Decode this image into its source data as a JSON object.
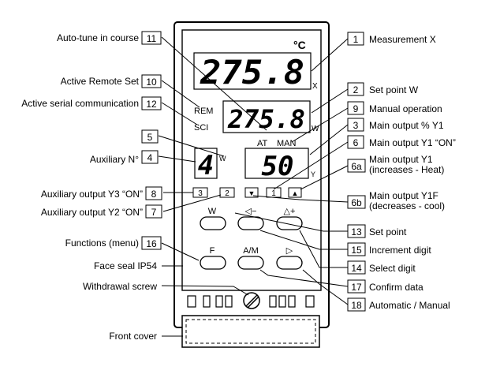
{
  "display": {
    "unit": "°C",
    "measurement_value": "275.8",
    "measurement_suffix": "X",
    "rem_label": "REM",
    "sci_label": "SCI",
    "setpoint_value": "275.8",
    "setpoint_suffix": "W",
    "at_label": "AT",
    "man_label": "MAN",
    "aux_value": "4",
    "aux_suffix": "W",
    "output_value": "50",
    "output_suffix": "Y"
  },
  "indicators": {
    "out3": "3",
    "out2": "2",
    "out1": "1",
    "down_symbol": "▼",
    "up_symbol": "▲"
  },
  "keys": {
    "setpoint": "W",
    "decrement": "◁−",
    "increment": "△+",
    "function": "F",
    "automan": "A/M",
    "select": "▷"
  },
  "callouts": {
    "left": [
      {
        "num": "11",
        "text": "Auto-tune in course"
      },
      {
        "num": "10",
        "text": "Active Remote Set"
      },
      {
        "num": "12",
        "text": "Active serial communication"
      },
      {
        "num": "5",
        "text": ""
      },
      {
        "num": "4",
        "text": "Auxiliary N°"
      },
      {
        "num": "8",
        "text": "Auxiliary output Y3 “ON”"
      },
      {
        "num": "7",
        "text": "Auxiliary output Y2 “ON”"
      },
      {
        "num": "16",
        "text": "Functions (menu)"
      }
    ],
    "left_plain": {
      "face_seal": "Face seal IP54",
      "withdrawal": "Withdrawal screw",
      "front_cover": "Front cover"
    },
    "right": [
      {
        "num": "1",
        "text": "Measurement X",
        "text2": ""
      },
      {
        "num": "2",
        "text": "Set point W",
        "text2": ""
      },
      {
        "num": "9",
        "text": "Manual operation",
        "text2": ""
      },
      {
        "num": "3",
        "text": "Main output % Y1",
        "text2": ""
      },
      {
        "num": "6",
        "text": "Main output Y1 “ON”",
        "text2": ""
      },
      {
        "num": "6a",
        "text": "Main output Y1",
        "text2": "(increases - Heat)"
      },
      {
        "num": "6b",
        "text": "Main output Y1F",
        "text2": "(decreases - cool)"
      },
      {
        "num": "13",
        "text": "Set point",
        "text2": ""
      },
      {
        "num": "15",
        "text": "Increment digit",
        "text2": ""
      },
      {
        "num": "14",
        "text": "Select digit",
        "text2": ""
      },
      {
        "num": "17",
        "text": "Confirm data",
        "text2": ""
      },
      {
        "num": "18",
        "text": "Automatic / Manual",
        "text2": ""
      }
    ]
  }
}
